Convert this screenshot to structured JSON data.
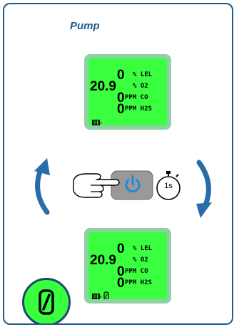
{
  "title": "Pump",
  "colors": {
    "frame": "#1b5c8c",
    "lcd_bezel": "#8fd0a6",
    "lcd_screen": "#39ff3f",
    "arrow": "#2a6ca8"
  },
  "top_display": {
    "lel_value": "0",
    "lel_unit": "% LEL",
    "o2_value": "20.9",
    "o2_unit": "% O2",
    "co_value": "0",
    "co_unit": "PPM CO",
    "h2s_value": "0",
    "h2s_unit": "PPM H2S",
    "icons": [
      "battery-icon"
    ]
  },
  "bottom_display": {
    "lel_value": "0",
    "lel_unit": "% LEL",
    "o2_value": "20.9",
    "o2_unit": "% O2",
    "co_value": "0",
    "co_unit": "PPM CO",
    "h2s_value": "0",
    "h2s_unit": "PPM H2S",
    "icons": [
      "battery-icon",
      "pump-icon"
    ]
  },
  "timer_label": "1s",
  "icons": [
    "power-button-icon",
    "hand-pointer-icon",
    "stopwatch-icon",
    "cycle-arrow-left-icon",
    "cycle-arrow-right-icon"
  ]
}
